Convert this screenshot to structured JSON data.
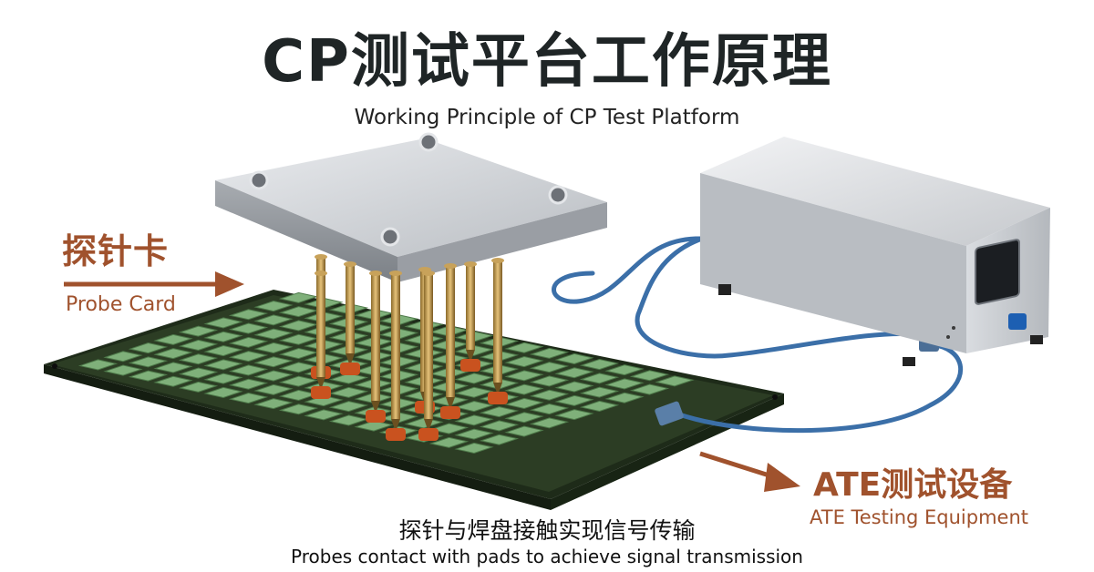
{
  "header": {
    "title": "CP测试平台工作原理",
    "subtitle": "Working Principle of CP Test Platform"
  },
  "labels": {
    "probe_card_cn": "探针卡",
    "probe_card_en": "Probe Card",
    "ate_cn": "ATE测试设备",
    "ate_en": "ATE Testing Equipment"
  },
  "caption": {
    "cn": "探针与焊盘接触实现信号传输",
    "en": "Probes contact with pads to achieve signal transmission"
  },
  "colors": {
    "title": "#1f2526",
    "label_accent": "#a0522d",
    "board": "#2c3d24",
    "pad": "#7fb07a",
    "probe_tip": "#c9521f",
    "cable": "#3b6fa8",
    "plate": "#c9ccd0"
  },
  "icons": {
    "probe_card_arrow": "arrow-right-icon",
    "ate_arrow": "arrow-right-icon"
  }
}
